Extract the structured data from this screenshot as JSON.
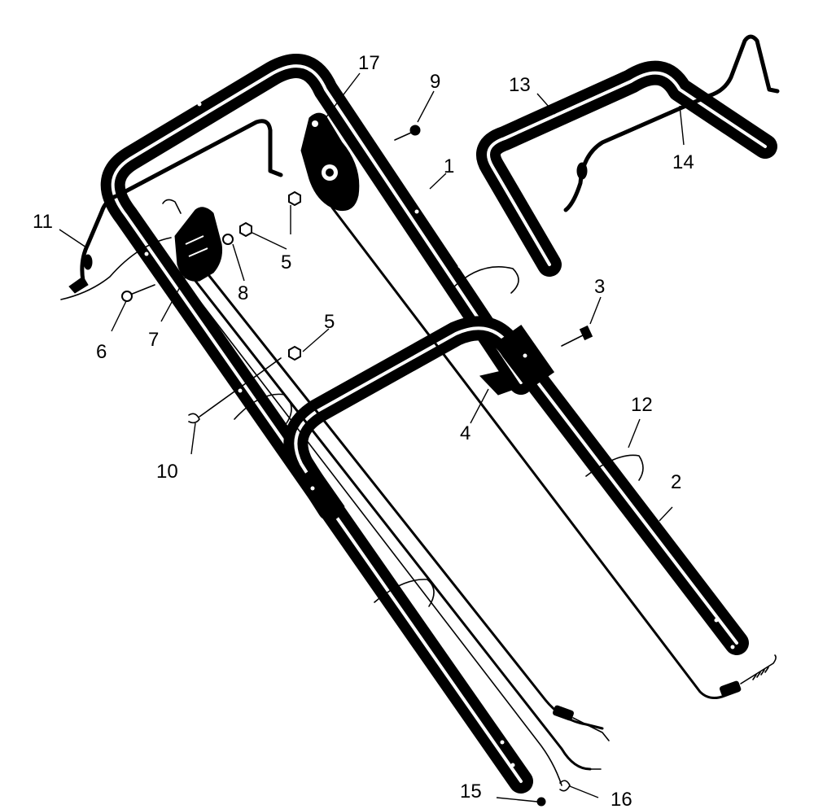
{
  "callouts": {
    "p1": "1",
    "p2": "2",
    "p3": "3",
    "p4": "4",
    "p5a": "5",
    "p5b": "5",
    "p6": "6",
    "p7": "7",
    "p8": "8",
    "p9": "9",
    "p10": "10",
    "p11": "11",
    "p12": "12",
    "p13": "13",
    "p14": "14",
    "p15": "15",
    "p16": "16",
    "p17": "17"
  }
}
